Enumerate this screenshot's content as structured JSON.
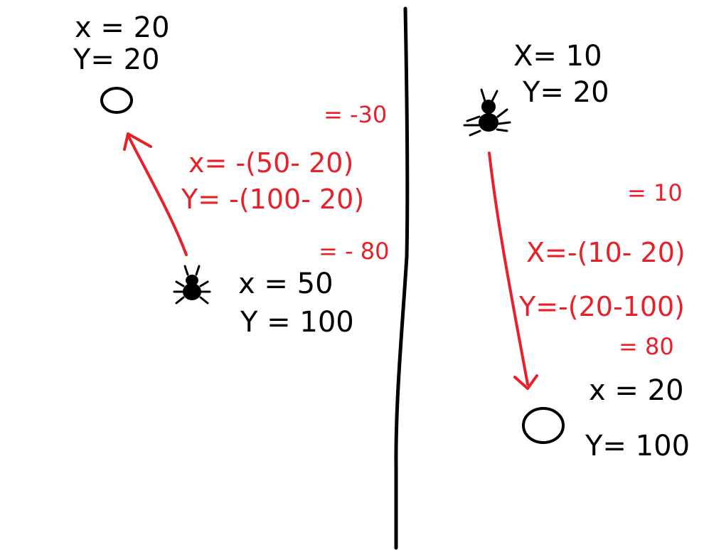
{
  "colors": {
    "ink": "#000000",
    "annotation": "#e8202a",
    "background": "#ffffff"
  },
  "left_panel": {
    "target": {
      "icon": "circle-target",
      "x_label": "x = 20",
      "y_label": "Y= 20"
    },
    "bug": {
      "icon": "bug",
      "x_label": "x = 50",
      "y_label": "Y = 100"
    },
    "calc": {
      "x_result": "= -30",
      "x_formula": "x= -(50- 20)",
      "y_formula": "Y= -(100- 20)",
      "y_result": "= - 80"
    }
  },
  "right_panel": {
    "bug": {
      "icon": "bug",
      "x_label": "X= 10",
      "y_label": "Y= 20"
    },
    "target": {
      "icon": "circle-target",
      "x_label": "x = 20",
      "y_label": "Y= 100"
    },
    "calc": {
      "x_result": "= 10",
      "x_formula": "X=-(10- 20)",
      "y_formula": "Y=-(20-100)",
      "y_result": "= 80"
    }
  }
}
